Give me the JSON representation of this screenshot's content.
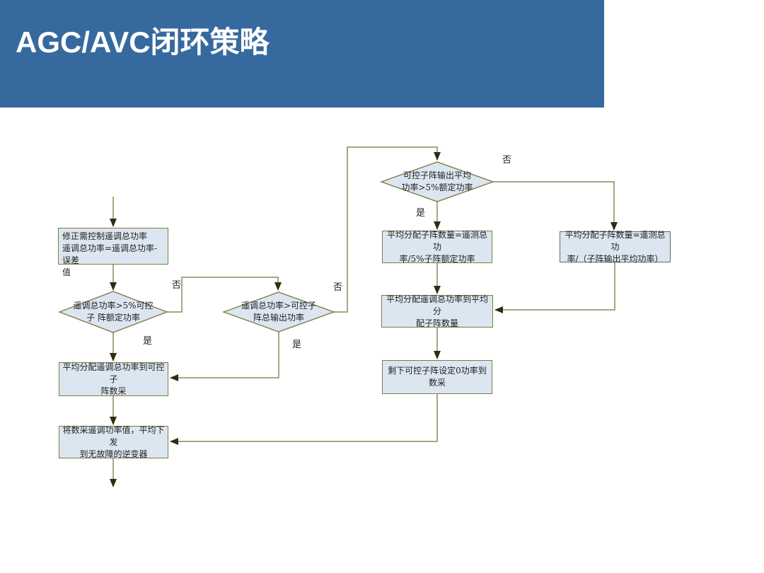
{
  "slide": {
    "title": "AGC/AVC闭环策略"
  },
  "theme": {
    "header_bg": "#36699E",
    "title_color": "#FFFFFF",
    "node_fill": "#DCE6F1",
    "node_border": "#7D7D42",
    "alt_node_border": "#666666",
    "connector_color": "#8A8A5A",
    "arrowhead_color": "#2E2E0E",
    "text_color": "#1F1F1F"
  },
  "flowchart": {
    "boxes": [
      {
        "lines": [
          "修正需控制遥调总功率",
          "遥调总功率=遥调总功率-误差",
          "值"
        ]
      },
      {
        "lines": [
          "平均分配遥调总功率到可控子",
          "阵数采"
        ]
      },
      {
        "lines": [
          "将数采遥调功率值，平均下发",
          "到无故障的逆变器"
        ]
      },
      {
        "lines": [
          "平均分配子阵数量=遥测总功",
          "率/5%子阵额定功率"
        ]
      },
      {
        "lines": [
          "平均分配子阵数量=遥测总功",
          "率/（子阵输出平均功率）"
        ]
      },
      {
        "lines": [
          "平均分配遥调总功率到平均分",
          "配子阵数量"
        ]
      },
      {
        "lines": [
          "剩下可控子阵设定0功率到数采"
        ]
      }
    ],
    "diamonds": [
      {
        "lines": [
          "遥调总功率>5%可控",
          "子 阵额定功率"
        ]
      },
      {
        "lines": [
          "遥调总功率>可控子",
          "阵总输出功率"
        ]
      },
      {
        "lines": [
          "可控子阵输出平均",
          "功率>5%额定功率"
        ]
      }
    ],
    "labels": {
      "yes": "是",
      "no": "否"
    }
  }
}
